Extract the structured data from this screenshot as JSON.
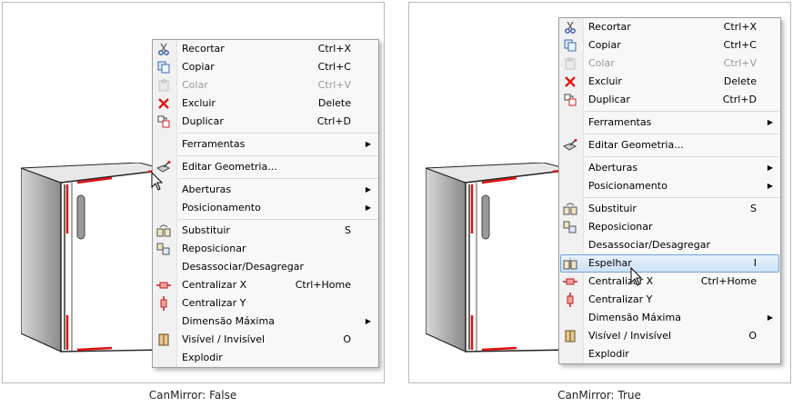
{
  "panels": [
    {
      "caption": "CanMirror: False",
      "items": [
        {
          "type": "item",
          "icon": "scissors-icon",
          "label": "Recortar",
          "shortcut": "Ctrl+X"
        },
        {
          "type": "item",
          "icon": "copy-icon",
          "label": "Copiar",
          "shortcut": "Ctrl+C"
        },
        {
          "type": "item",
          "icon": "paste-icon",
          "label": "Colar",
          "shortcut": "Ctrl+V",
          "disabled": true
        },
        {
          "type": "item",
          "icon": "delete-x-icon",
          "label": "Excluir",
          "shortcut": "Delete"
        },
        {
          "type": "item",
          "icon": "duplicate-icon",
          "label": "Duplicar",
          "shortcut": "Ctrl+D"
        },
        {
          "type": "sep"
        },
        {
          "type": "item",
          "label": "Ferramentas",
          "submenu": true
        },
        {
          "type": "sep"
        },
        {
          "type": "item",
          "icon": "edit-geometry-icon",
          "label": "Editar Geometria..."
        },
        {
          "type": "sep"
        },
        {
          "type": "item",
          "label": "Aberturas",
          "submenu": true
        },
        {
          "type": "item",
          "label": "Posicionamento",
          "submenu": true
        },
        {
          "type": "sep"
        },
        {
          "type": "item",
          "icon": "replace-icon",
          "label": "Substituir",
          "shortcut": "S"
        },
        {
          "type": "item",
          "icon": "reposition-icon",
          "label": "Reposicionar"
        },
        {
          "type": "item",
          "label": "Desassociar/Desagregar"
        },
        {
          "type": "item",
          "icon": "center-x-icon",
          "label": "Centralizar X",
          "shortcut": "Ctrl+Home"
        },
        {
          "type": "item",
          "icon": "center-y-icon",
          "label": "Centralizar Y"
        },
        {
          "type": "item",
          "label": "Dimensão Máxima",
          "submenu": true
        },
        {
          "type": "item",
          "icon": "visibility-icon",
          "label": "Visível / Invisível",
          "shortcut": "O"
        },
        {
          "type": "item",
          "label": "Explodir"
        }
      ]
    },
    {
      "caption": "CanMirror: True",
      "items": [
        {
          "type": "item",
          "icon": "scissors-icon",
          "label": "Recortar",
          "shortcut": "Ctrl+X"
        },
        {
          "type": "item",
          "icon": "copy-icon",
          "label": "Copiar",
          "shortcut": "Ctrl+C"
        },
        {
          "type": "item",
          "icon": "paste-icon",
          "label": "Colar",
          "shortcut": "Ctrl+V",
          "disabled": true
        },
        {
          "type": "item",
          "icon": "delete-x-icon",
          "label": "Excluir",
          "shortcut": "Delete"
        },
        {
          "type": "item",
          "icon": "duplicate-icon",
          "label": "Duplicar",
          "shortcut": "Ctrl+D"
        },
        {
          "type": "sep"
        },
        {
          "type": "item",
          "label": "Ferramentas",
          "submenu": true
        },
        {
          "type": "sep"
        },
        {
          "type": "item",
          "icon": "edit-geometry-icon",
          "label": "Editar Geometria..."
        },
        {
          "type": "sep"
        },
        {
          "type": "item",
          "label": "Aberturas",
          "submenu": true
        },
        {
          "type": "item",
          "label": "Posicionamento",
          "submenu": true
        },
        {
          "type": "sep"
        },
        {
          "type": "item",
          "icon": "replace-icon",
          "label": "Substituir",
          "shortcut": "S"
        },
        {
          "type": "item",
          "icon": "reposition-icon",
          "label": "Reposicionar"
        },
        {
          "type": "item",
          "label": "Desassociar/Desagregar"
        },
        {
          "type": "item",
          "icon": "mirror-icon",
          "label": "Espelhar",
          "shortcut": "I",
          "highlighted": true
        },
        {
          "type": "item",
          "icon": "center-x-icon",
          "label": "Centralizar X",
          "shortcut": "Ctrl+Home"
        },
        {
          "type": "item",
          "icon": "center-y-icon",
          "label": "Centralizar Y"
        },
        {
          "type": "item",
          "label": "Dimensão Máxima",
          "submenu": true
        },
        {
          "type": "item",
          "icon": "visibility-icon",
          "label": "Visível / Invisível",
          "shortcut": "O"
        },
        {
          "type": "item",
          "label": "Explodir"
        }
      ]
    }
  ],
  "colors": {
    "highlight_border": "#6fa4d8",
    "cabinet_edge": "#e01010",
    "disabled_text": "#9a9a9a"
  }
}
